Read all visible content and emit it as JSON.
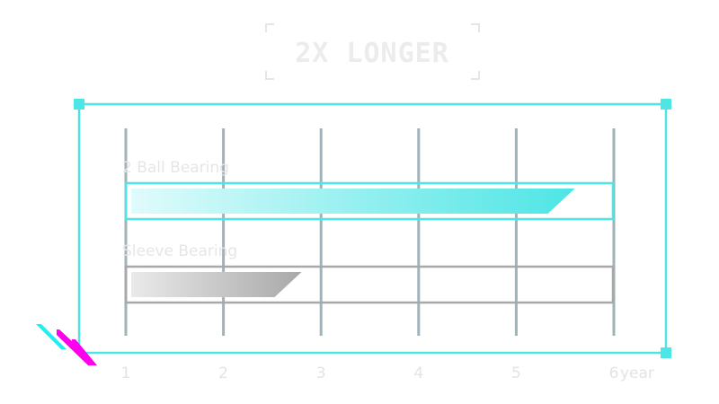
{
  "chart_data": {
    "type": "bar",
    "orientation": "horizontal",
    "title": "2X LONGER",
    "categories": [
      "2 Ball Bearing",
      "Sleeve Bearing"
    ],
    "values": [
      5.6,
      2.8
    ],
    "xlabel": "year",
    "xticks": [
      "1",
      "2",
      "3",
      "4",
      "5",
      "6"
    ],
    "xlim": [
      1,
      6
    ],
    "grid": true,
    "colors": {
      "accent": "#4ee5e5",
      "sleeve": "#a8a8a8",
      "grid": "#9fb3b8",
      "magenta": "#ff00ee"
    }
  }
}
